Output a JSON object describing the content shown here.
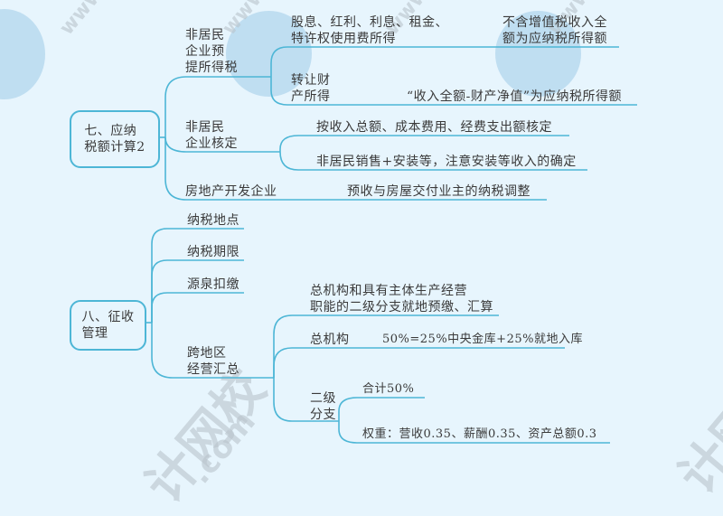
{
  "colors": {
    "background": "#e7f5fd",
    "line": "#4db6d6",
    "text": "#3a3a3a"
  },
  "sections": [
    {
      "root": "七、应纳\n税额计算2",
      "branches": [
        {
          "label": "非居民\n企业预\n提所得税",
          "children": [
            {
              "label": "股息、红利、利息、租金、\n特许权使用费所得",
              "note": "不含增值税收入全\n额为应纳税所得额"
            },
            {
              "label": "转让财\n产所得",
              "note": "“收入全额-财产净值”为应纳税所得额"
            }
          ]
        },
        {
          "label": "非居民\n企业核定",
          "children": [
            {
              "label": "按收入总额、成本费用、经费支出额核定"
            },
            {
              "label": "非居民销售+安装等，注意安装等收入的确定"
            }
          ]
        },
        {
          "label": "房地产开发企业",
          "note": "预收与房屋交付业主的纳税调整"
        }
      ]
    },
    {
      "root": "八、征收\n管理",
      "branches": [
        {
          "label": "纳税地点"
        },
        {
          "label": "纳税期限"
        },
        {
          "label": "源泉扣缴"
        },
        {
          "label": "跨地区\n经营汇总",
          "children": [
            {
              "label": "总机构和具有主体生产经营\n职能的二级分支就地预缴、汇算"
            },
            {
              "label": "总机构",
              "note": "50%=25%中央金库+25%就地入库"
            },
            {
              "label": "二级\n分支",
              "children": [
                {
                  "label": "合计50%"
                },
                {
                  "label": "权重：营收0.35、薪酬0.35、资产总额0.3"
                }
              ]
            }
          ]
        }
      ]
    }
  ],
  "watermark": {
    "text": "www",
    "brand": "计网校",
    "domain": ".com"
  }
}
